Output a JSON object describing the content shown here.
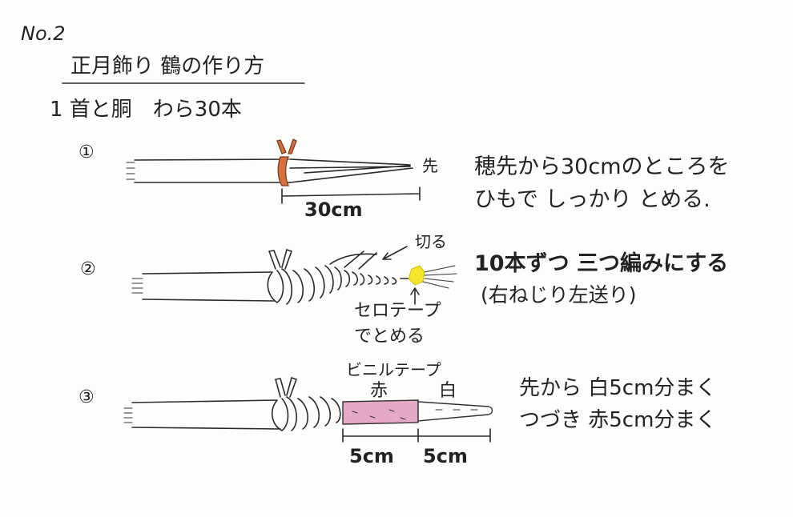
{
  "sheet": {
    "number": "No.2",
    "title": "正月飾り 鶴の作り方",
    "section": "1 首と胴　わら30本"
  },
  "steps": [
    {
      "marker": "①",
      "tip_label": "先",
      "measure": "30cm",
      "instruction_line1": "穂先から30cmのところを",
      "instruction_line2": "ひもで しっかり とめる."
    },
    {
      "marker": "②",
      "cut_label": "切る",
      "tape_label_line1": "セロテープ",
      "tape_label_line2": "でとめる",
      "instruction_line1": "10本ずつ 三つ編みにする",
      "instruction_line2": "(右ねじり左送り)"
    },
    {
      "marker": "③",
      "vinyl_label": "ビニルテープ",
      "red_label": "赤",
      "white_label": "白",
      "measure_red": "5cm",
      "measure_white": "5cm",
      "instruction_line1": "先から 白5cm分まく",
      "instruction_line2": "つづき 赤5cm分まく"
    }
  ],
  "colors": {
    "tie_string": "#d9703f",
    "red_tape": "#e6a9c5",
    "cello_tape": "#f6e62a"
  }
}
